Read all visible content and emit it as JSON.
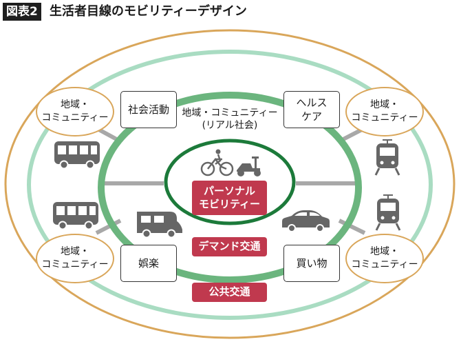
{
  "figure": {
    "tag": "図表2",
    "title": "生活者目線のモビリティーデザイン"
  },
  "center_label": "地域・コミュニティー\n(リアル社会)",
  "community_label": "地域・\nコミュニティー",
  "activities": [
    "社会活動",
    "ヘルス\nケア",
    "娯楽",
    "買い物"
  ],
  "transport": [
    "パーソナル\nモビリティー",
    "デマンド交通",
    "公共交通"
  ],
  "icons": [
    "bicycle-icon",
    "scooter-icon",
    "bus-icon",
    "train-icon",
    "camper-van-icon",
    "car-icon"
  ],
  "colors": {
    "outer_ring": "#d9a65a",
    "light_green": "#a9dcc2",
    "mid_green": "#6bb57e",
    "dark_green": "#1c7a3a",
    "accent_red": "#c0394e",
    "icon_gray": "#666666",
    "connector_gray": "#a8a8a8"
  }
}
